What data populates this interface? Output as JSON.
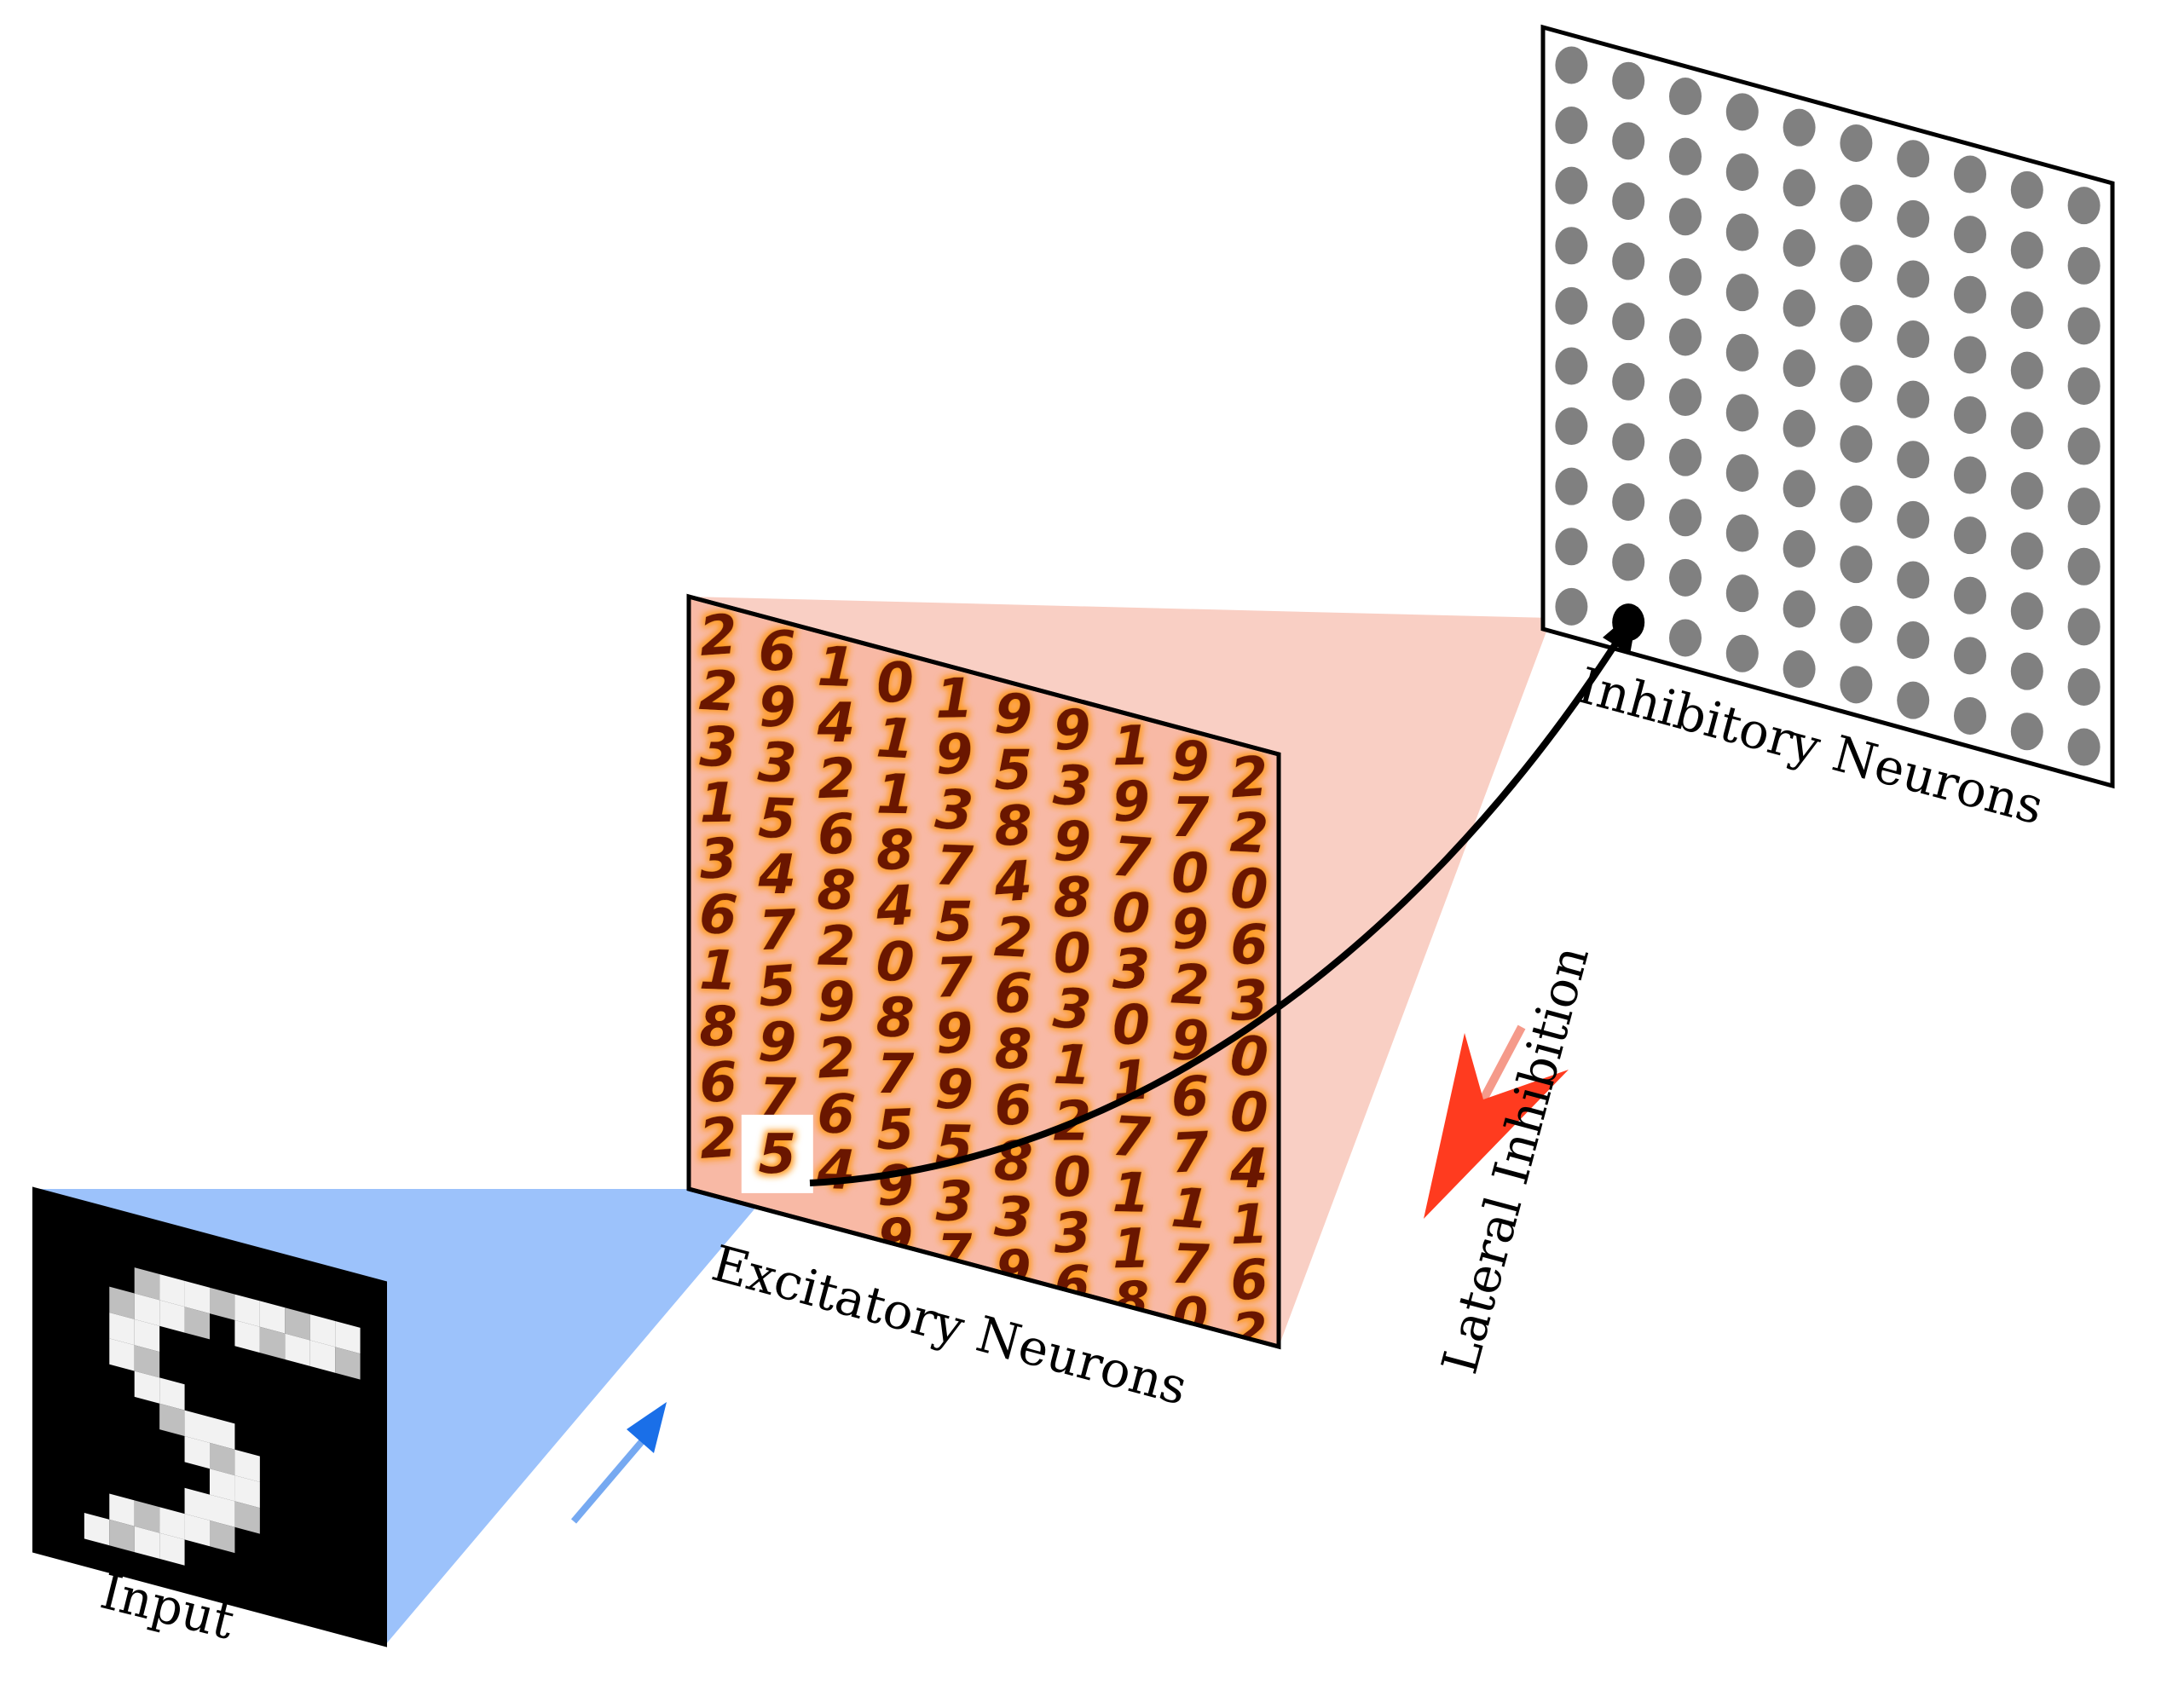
{
  "labels": {
    "input": "Input",
    "excitatory": "Excitatory Neurons",
    "inhibitory": "Inhibitory Neurons",
    "lateral": "Lateral Inhibition"
  },
  "input_digit": "5",
  "highlighted_digit": "5",
  "excitatory_grid": [
    [
      "2",
      "6",
      "1",
      "0",
      "1",
      "9",
      "9",
      "1",
      "9",
      "2"
    ],
    [
      "2",
      "9",
      "4",
      "1",
      "9",
      "5",
      "3",
      "9",
      "7",
      "2"
    ],
    [
      "3",
      "3",
      "2",
      "1",
      "3",
      "8",
      "9",
      "7",
      "0",
      "0"
    ],
    [
      "1",
      "5",
      "6",
      "8",
      "7",
      "4",
      "8",
      "0",
      "9",
      "6"
    ],
    [
      "3",
      "4",
      "8",
      "4",
      "5",
      "2",
      "0",
      "3",
      "2",
      "3"
    ],
    [
      "6",
      "7",
      "2",
      "0",
      "7",
      "6",
      "3",
      "0",
      "9",
      "0"
    ],
    [
      "1",
      "5",
      "9",
      "8",
      "9",
      "8",
      "1",
      "1",
      "6",
      "0"
    ],
    [
      "8",
      "9",
      "2",
      "7",
      "9",
      "6",
      "2",
      "7",
      "7",
      "4"
    ],
    [
      "6",
      "7",
      "6",
      "5",
      "5",
      "8",
      "0",
      "1",
      "1",
      "1"
    ],
    [
      "2",
      "5",
      "4",
      "9",
      "3",
      "3",
      "3",
      "1",
      "7",
      "6"
    ]
  ],
  "bottom_row_extra": [
    "9",
    "7",
    "9",
    "6",
    "8",
    "0",
    "2"
  ],
  "inhibitory_grid": {
    "rows": 10,
    "cols": 10,
    "active_row": 9,
    "active_col": 1
  },
  "colors": {
    "input_projection": "#9cc2fb",
    "excitatory_projection": "#f9cfc4",
    "excitatory_panel": "#f8b9a5",
    "digit_color": "#6a1200",
    "digit_glow": "#ff9a20",
    "inhibitory_dot": "#808080",
    "active_dot": "#000000",
    "input_arrow": "#1a6fe8",
    "lateral_arrow": "#ff3b1f",
    "lateral_arrow_light": "#f59a8a"
  }
}
